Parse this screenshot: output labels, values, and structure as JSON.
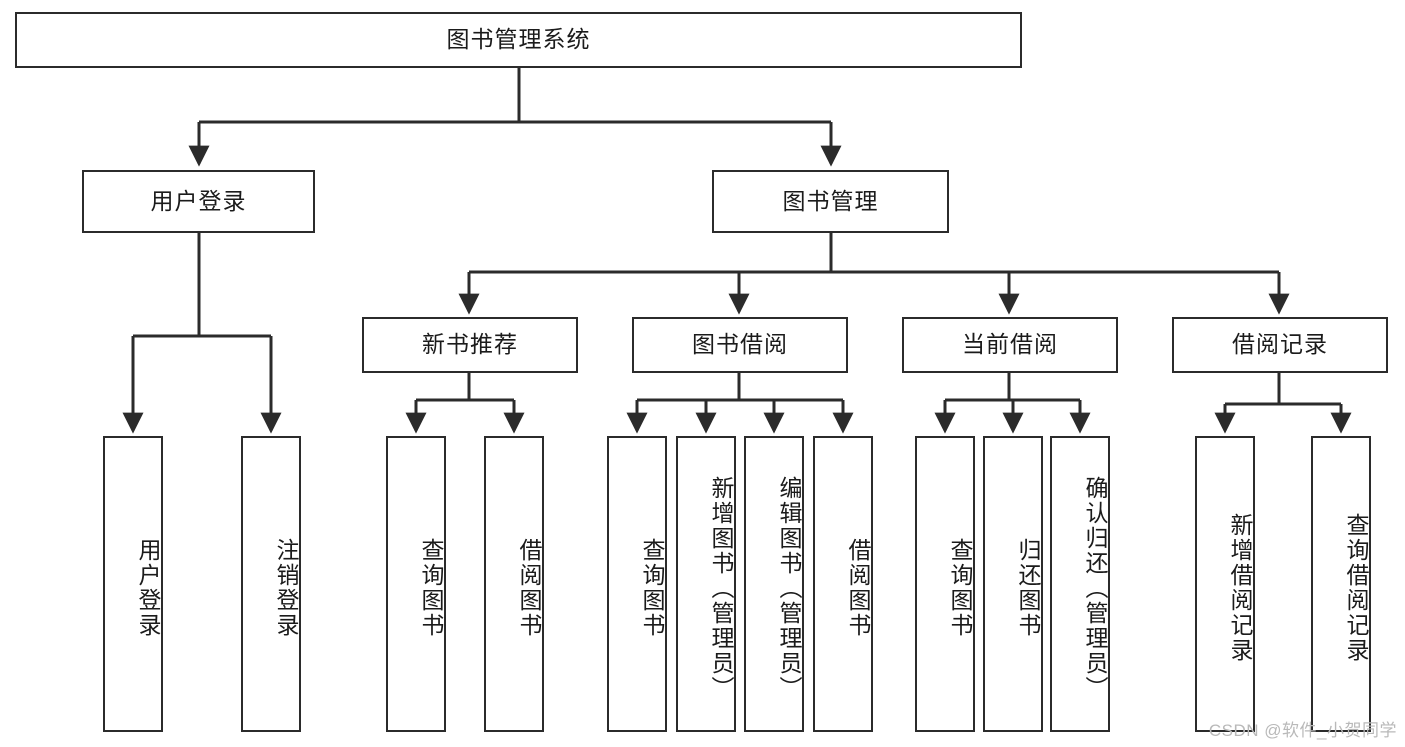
{
  "diagram": {
    "title": "图书管理系统",
    "type": "hierarchy-tree",
    "root": {
      "id": "root",
      "label": "图书管理系统"
    },
    "level2": [
      {
        "id": "user-login",
        "label": "用户登录"
      },
      {
        "id": "book-manage",
        "label": "图书管理"
      }
    ],
    "level3": [
      {
        "id": "new-book-rec",
        "label": "新书推荐",
        "parent": "book-manage"
      },
      {
        "id": "book-borrow",
        "label": "图书借阅",
        "parent": "book-manage"
      },
      {
        "id": "current-borrow",
        "label": "当前借阅",
        "parent": "book-manage"
      },
      {
        "id": "borrow-record",
        "label": "借阅记录",
        "parent": "book-manage"
      }
    ],
    "leaves": [
      {
        "id": "leaf-user-login",
        "label": "用户登录",
        "parent": "user-login"
      },
      {
        "id": "leaf-user-logout",
        "label": "注销登录",
        "parent": "user-login"
      },
      {
        "id": "leaf-rec-query",
        "label": "查询图书",
        "parent": "new-book-rec"
      },
      {
        "id": "leaf-rec-borrow",
        "label": "借阅图书",
        "parent": "new-book-rec"
      },
      {
        "id": "leaf-borrow-query",
        "label": "查询图书",
        "parent": "book-borrow"
      },
      {
        "id": "leaf-borrow-add",
        "label": "新增图书（管理员）",
        "parent": "book-borrow"
      },
      {
        "id": "leaf-borrow-edit",
        "label": "编辑图书（管理员）",
        "parent": "book-borrow"
      },
      {
        "id": "leaf-borrow-lend",
        "label": "借阅图书",
        "parent": "book-borrow"
      },
      {
        "id": "leaf-cur-query",
        "label": "查询图书",
        "parent": "current-borrow"
      },
      {
        "id": "leaf-cur-return",
        "label": "归还图书",
        "parent": "current-borrow"
      },
      {
        "id": "leaf-cur-confirm",
        "label": "确认归还（管理员）",
        "parent": "current-borrow"
      },
      {
        "id": "leaf-rec-add",
        "label": "新增借阅记录",
        "parent": "borrow-record"
      },
      {
        "id": "leaf-rec-search",
        "label": "查询借阅记录",
        "parent": "borrow-record"
      }
    ],
    "stroke_color": "#2b2b2b",
    "fill_color": "#ffffff"
  },
  "watermark": {
    "text": "CSDN @软件_小贺同学"
  }
}
